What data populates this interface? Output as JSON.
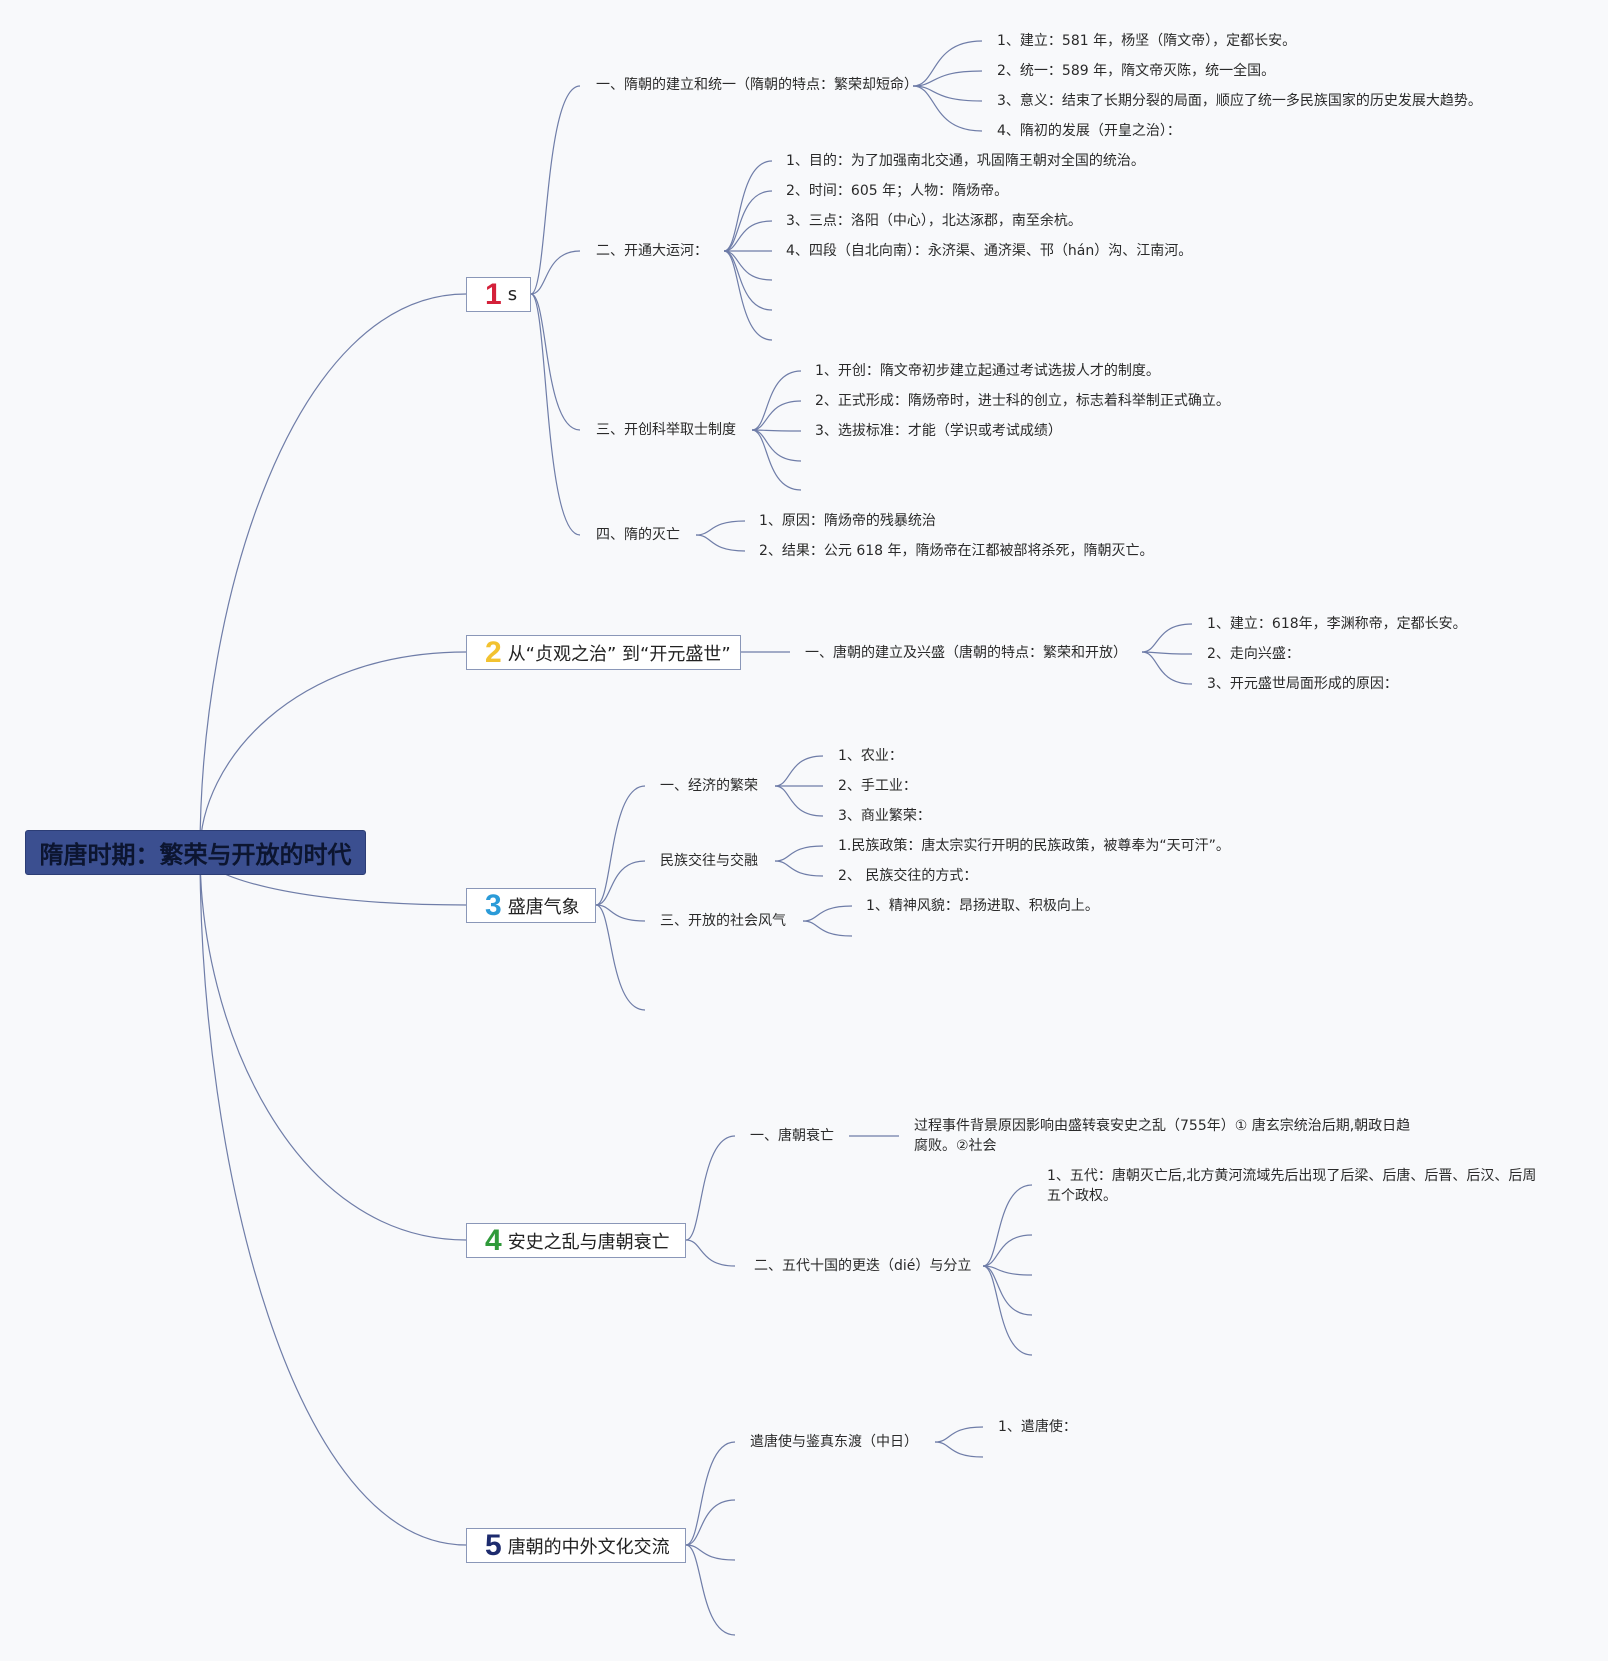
{
  "root": {
    "title": "隋唐时期：繁荣与开放的时代"
  },
  "topics": [
    {
      "number": "1",
      "title": "s",
      "subs": [
        {
          "label": "一、隋朝的建立和统一（隋朝的特点：繁荣却短命）",
          "details": [
            "1、建立：581 年，杨坚（隋文帝），定都长安。",
            "2、统一：589 年，隋文帝灭陈，统一全国。",
            "3、意义：结束了长期分裂的局面，顺应了统一多民族国家的历史发展大趋势。",
            "4、隋初的发展（开皇之治）："
          ]
        },
        {
          "label": "二、开通大运河：",
          "details": [
            "1、目的：为了加强南北交通，巩固隋王朝对全国的统治。",
            "2、时间：605 年；人物：隋炀帝。",
            "3、三点：洛阳（中心），北达涿郡，南至余杭。",
            "4、四段（自北向南）：永济渠、通济渠、邗（hán）沟、江南河。"
          ]
        },
        {
          "label": "三、开创科举取士制度",
          "details": [
            "1、开创：隋文帝初步建立起通过考试选拔人才的制度。",
            "2、正式形成：隋炀帝时，进士科的创立，标志着科举制正式确立。",
            "3、选拔标准：才能（学识或考试成绩）"
          ]
        },
        {
          "label": "四、隋的灭亡",
          "details": [
            "1、原因：隋炀帝的残暴统治",
            "2、结果：公元 618 年，隋炀帝在江都被部将杀死，隋朝灭亡。"
          ]
        }
      ]
    },
    {
      "number": "2",
      "title": "从“贞观之治” 到“开元盛世”",
      "subs": [
        {
          "label": "一、唐朝的建立及兴盛（唐朝的特点：繁荣和开放）",
          "details": [
            "1、建立：618年，李渊称帝，定都长安。",
            "2、走向兴盛：",
            "3、开元盛世局面形成的原因："
          ]
        }
      ]
    },
    {
      "number": "3",
      "title": "盛唐气象",
      "subs": [
        {
          "label": "一、经济的繁荣",
          "details": [
            "1、农业：",
            "2、手工业：",
            "3、商业繁荣："
          ]
        },
        {
          "label": "民族交往与交融",
          "details": [
            "1.民族政策：唐太宗实行开明的民族政策，被尊奉为“天可汗”。",
            "2、 民族交往的方式："
          ]
        },
        {
          "label": "三、开放的社会风气",
          "details": [
            "1、精神风貌：昂扬进取、积极向上。"
          ]
        }
      ]
    },
    {
      "number": "4",
      "title": "安史之乱与唐朝衰亡",
      "subs": [
        {
          "label": "一、唐朝衰亡",
          "details": [
            "过程事件背景原因影响由盛转衰安史之乱（755年）① 唐玄宗统治后期,朝政日趋腐败。②社会"
          ]
        },
        {
          "label": "二、五代十国的更迭（dié）与分立",
          "details": [
            "1、五代：唐朝灭亡后,北方黄河流域先后出现了后梁、后唐、后晋、后汉、后周五个政权。"
          ]
        }
      ]
    },
    {
      "number": "5",
      "title": "唐朝的中外文化交流",
      "subs": [
        {
          "label": "遣唐使与鉴真东渡（中日）",
          "details": [
            "1、遣唐使："
          ]
        }
      ]
    }
  ]
}
